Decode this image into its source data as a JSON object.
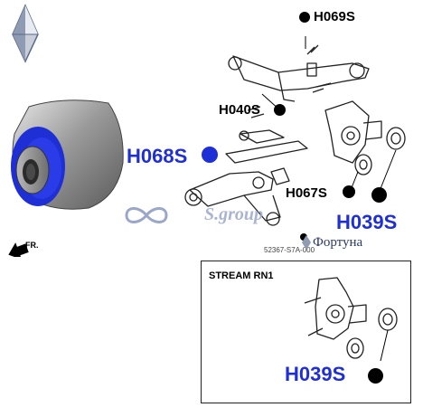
{
  "parts": {
    "h069s": "H069S",
    "h040s": "H040S",
    "h068s": "H068S",
    "h067s": "H067S",
    "h039s_main": "H039S",
    "h039s_inset": "H039S"
  },
  "oem_code": "52367-S7A-000",
  "watermark": {
    "site": "S.group",
    "brand": "Фортуна"
  },
  "direction_label": "FR.",
  "inset_title": "STREAM RN1",
  "colors": {
    "accent_blue": "#1f2fd6",
    "callout": "#000000",
    "watermark": "#9aa7c9"
  }
}
